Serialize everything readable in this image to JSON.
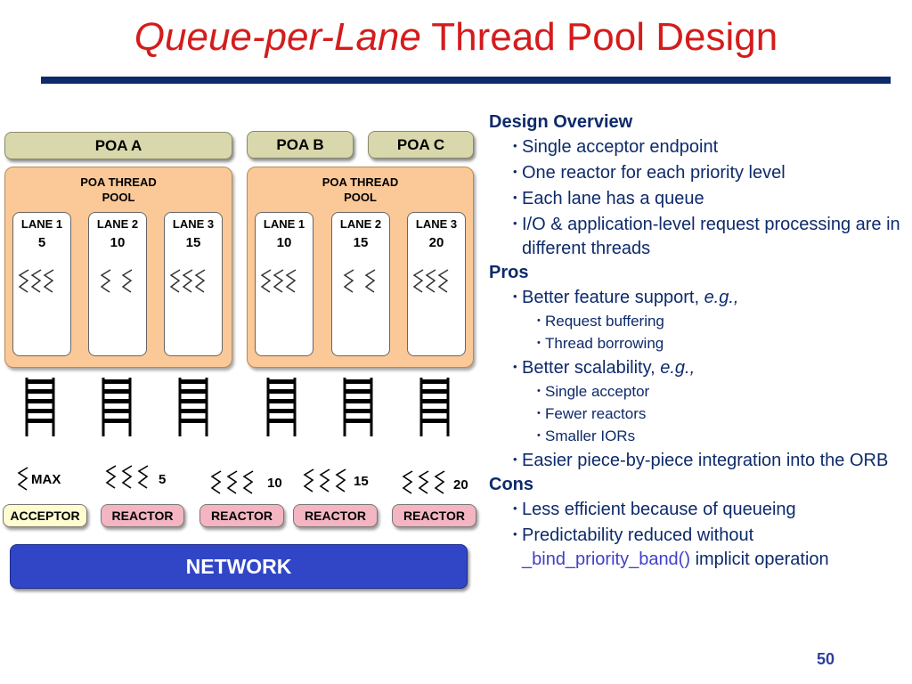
{
  "title": {
    "italic": "Queue-per-Lane",
    "rest": " Thread Pool Design"
  },
  "diagram": {
    "poa_a": "POA A",
    "poa_b": "POA B",
    "poa_c": "POA C",
    "pool_label_line1": "POA THREAD",
    "pool_label_line2": "POOL",
    "pool1_lanes": [
      {
        "name": "LANE 1",
        "priority": "5",
        "threads": 3
      },
      {
        "name": "LANE 2",
        "priority": "10",
        "threads": 2
      },
      {
        "name": "LANE 3",
        "priority": "15",
        "threads": 3
      }
    ],
    "pool2_lanes": [
      {
        "name": "LANE 1",
        "priority": "10",
        "threads": 3
      },
      {
        "name": "LANE 2",
        "priority": "15",
        "threads": 2
      },
      {
        "name": "LANE 3",
        "priority": "20",
        "threads": 3
      }
    ],
    "acceptor": {
      "label": "ACCEPTOR",
      "thread_priority": "MAX"
    },
    "reactors": [
      {
        "label": "REACTOR",
        "thread_priority": "5"
      },
      {
        "label": "REACTOR",
        "thread_priority": "10"
      },
      {
        "label": "REACTOR",
        "thread_priority": "15"
      },
      {
        "label": "REACTOR",
        "thread_priority": "20"
      }
    ],
    "network": "NETWORK",
    "icons": {
      "thread": "wavy-thread-icon",
      "queue": "queue-icon"
    }
  },
  "content": {
    "design_overview": {
      "heading": "Design Overview",
      "items": [
        "Single acceptor endpoint",
        "One reactor for each priority level",
        "Each lane has a queue",
        "I/O & application-level request processing are in different threads"
      ]
    },
    "pros": {
      "heading": "Pros",
      "item1": "Better feature support, ",
      "item1_em": "e.g.,",
      "item1_sub": [
        "Request buffering",
        "Thread borrowing"
      ],
      "item2": "Better scalability, ",
      "item2_em": "e.g.,",
      "item2_sub": [
        "Single acceptor",
        "Fewer reactors",
        "Smaller IORs"
      ],
      "item3": "Easier piece-by-piece integration into the ORB"
    },
    "cons": {
      "heading": "Cons",
      "item1": "Less efficient because of queueing",
      "item2_before": "Predictability reduced without ",
      "item2_link": "_bind_priority_band()",
      "item2_after": " implicit operation"
    }
  },
  "page_number": "50",
  "colors": {
    "title_red": "#d41c1c",
    "navy": "#0d2a6b",
    "poa_bar": "#d9d8ad",
    "pool": "#fbc898",
    "acceptor": "#fffdd0",
    "reactor": "#f4b5c3",
    "network": "#3146c6"
  }
}
